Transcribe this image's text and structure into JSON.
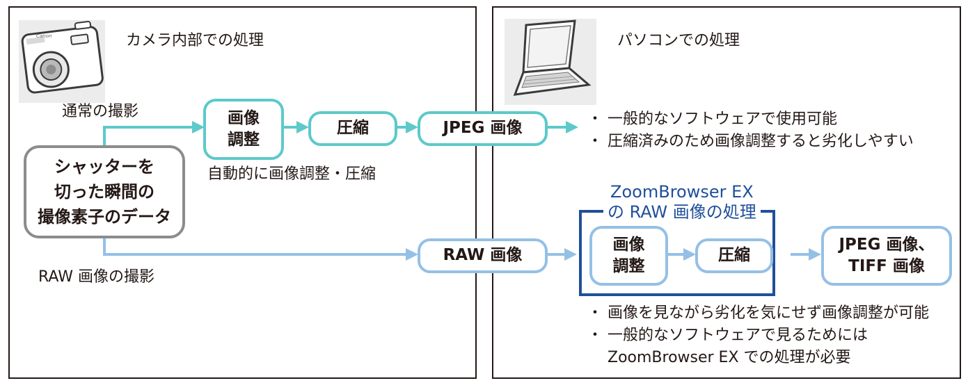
{
  "left_panel": {
    "title": "カメラ内部での処理",
    "camera_logo": "Canon",
    "normal_label": "通常の撮影",
    "raw_label": "RAW 画像の撮影",
    "source_box": [
      "シャッターを",
      "切った瞬間の",
      "撮像素子のデータ"
    ],
    "auto_caption": "自動的に画像調整・圧縮",
    "adjust_box": [
      "画像",
      "調整"
    ],
    "compress_box": "圧縮"
  },
  "jpeg_box": "JPEG 画像",
  "raw_box": "RAW 画像",
  "right_panel": {
    "title": "パソコンでの処理",
    "jpeg_notes": [
      "・ 一般的なソフトウェアで使用可能",
      "・ 圧縮済みのため画像調整すると劣化しやすい"
    ],
    "zoombrowser_title": [
      "ZoomBrowser EX",
      "の RAW 画像の処理"
    ],
    "adjust_box": [
      "画像",
      "調整"
    ],
    "compress_box": "圧縮",
    "output_box": [
      "JPEG 画像、",
      "TIFF 画像"
    ],
    "raw_notes": [
      "・ 画像を見ながら劣化を気にせず画像調整が可能",
      "・ 一般的なソフトウェアで見るためには",
      "　 ZoomBrowser EX での処理が必要"
    ]
  },
  "colors": {
    "jpeg_flow": "#5dc9ca",
    "raw_flow": "#94c0e6",
    "zoombrowser_frame": "#1f4f9a",
    "source_border": "#8c8c8c"
  }
}
